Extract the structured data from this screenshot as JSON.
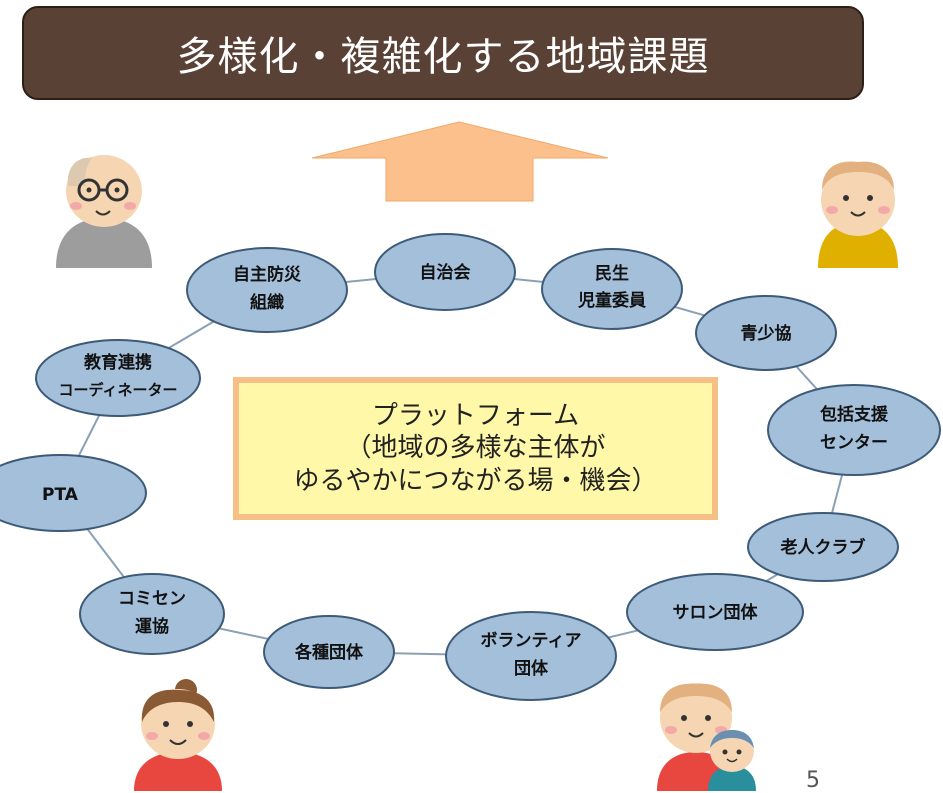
{
  "title": "多様化・複雑化する地域課題",
  "nodes": [
    {
      "id": "jichikai",
      "lines": [
        "自治会"
      ]
    },
    {
      "id": "minsei",
      "lines": [
        "民生",
        "児童委員"
      ]
    },
    {
      "id": "seishokyo",
      "lines": [
        "青少協"
      ]
    },
    {
      "id": "houkatsu",
      "lines": [
        "包括支援",
        "センター"
      ]
    },
    {
      "id": "roujin",
      "lines": [
        "老人クラブ"
      ]
    },
    {
      "id": "salon",
      "lines": [
        "サロン団体"
      ]
    },
    {
      "id": "volunteer",
      "lines": [
        "ボランティア",
        "団体"
      ]
    },
    {
      "id": "kakushu",
      "lines": [
        "各種団体"
      ]
    },
    {
      "id": "komisen",
      "lines": [
        "コミセン",
        "運協"
      ]
    },
    {
      "id": "pta",
      "lines": [
        "PTA"
      ]
    },
    {
      "id": "kyoiku",
      "lines": [
        "教育連携",
        "コーディネーター"
      ]
    },
    {
      "id": "bousai",
      "lines": [
        "自主防災",
        "組織"
      ]
    }
  ],
  "center": {
    "line1": "プラットフォーム",
    "line2": "（地域の多様な主体が",
    "line3": "ゆるやかにつながる場・機会）"
  },
  "page_number": "5",
  "colors": {
    "banner_bg": "#5a4136",
    "node_fill": "#a4bfda",
    "node_stroke": "#3d5a78",
    "arrow_fill": "#fbc08c",
    "center_bg": "#fff8a8",
    "center_border": "#f5bf85"
  }
}
